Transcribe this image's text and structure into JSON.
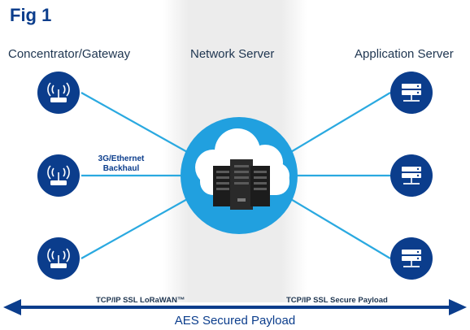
{
  "figure": {
    "title": "Fig 1",
    "columns": {
      "left": "Concentrator/Gateway",
      "middle": "Network Server",
      "right": "Application Server"
    },
    "backhaul_label": "3G/Ethernet Backhaul",
    "protocol_left": "TCP/IP SSL LoRaWAN™",
    "protocol_right": "TCP/IP SSL Secure Payload",
    "payload_label": "AES Secured Payload"
  },
  "colors": {
    "navy": "#0b3d8c",
    "link_blue": "#2aa9e0",
    "cloud_circle": "#21a0df",
    "center_band": "#ebebeb",
    "server": "#1c1c1c"
  },
  "icons": {
    "gateway": "wifi-router-icon",
    "application_server": "server-stack-icon",
    "network_server": "cloud-server-icon"
  }
}
